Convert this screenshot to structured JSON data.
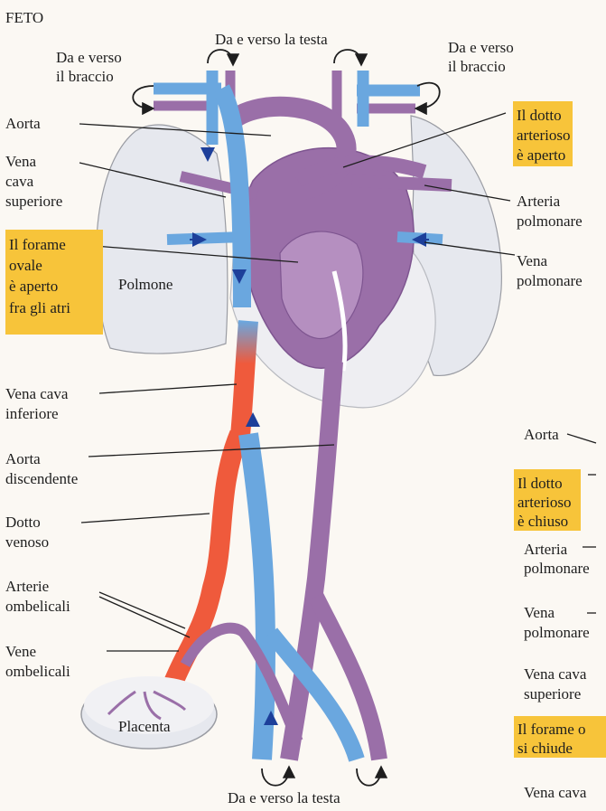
{
  "title": "FETO",
  "labels": {
    "top_arm_left_1": "Da e verso",
    "top_arm_left_2": "il braccio",
    "top_head": "Da e verso la testa",
    "top_arm_right_1": "Da e verso",
    "top_arm_right_2": "il braccio",
    "aorta": "Aorta",
    "vcs_1": "Vena",
    "vcs_2": "cava",
    "vcs_3": "superiore",
    "forame_1": "Il forame",
    "forame_2": "ovale",
    "forame_3": "è aperto",
    "forame_4": "fra gli atri",
    "polmone": "Polmone",
    "dotto_art_1": "Il dotto",
    "dotto_art_2": "arterioso",
    "dotto_art_3": "è aperto",
    "art_polm_1": "Arteria",
    "art_polm_2": "polmonare",
    "vena_polm_1": "Vena",
    "vena_polm_2": "polmonare",
    "vci_1": "Vena cava",
    "vci_2": "inferiore",
    "aorta_disc_1": "Aorta",
    "aorta_disc_2": "discendente",
    "dotto_ven_1": "Dotto",
    "dotto_ven_2": "venoso",
    "arterie_omb_1": "Arterie",
    "arterie_omb_2": "ombelicali",
    "vene_omb_1": "Vene",
    "vene_omb_2": "ombelicali",
    "placenta": "Placenta",
    "bottom_head": "Da e verso la testa"
  },
  "second_panel": {
    "aorta": "Aorta",
    "dotto_1": "Il dotto",
    "dotto_2": "arterioso",
    "dotto_3": "è chiuso",
    "arteria_1": "Arteria",
    "arteria_2": "polmonare",
    "vena_1": "Vena",
    "vena_2": "polmonare",
    "vcs_1": "Vena cava",
    "vcs_2": "superiore",
    "forame_1": "Il forame o",
    "forame_2": "si chiude",
    "vci_1": "Vena cava"
  },
  "colors": {
    "oxygenated": "#ef5a3c",
    "deoxygenated": "#6aa7df",
    "mixed": "#9a6fa8",
    "lung": "#e6e8ee",
    "highlight": "#f7c43a"
  }
}
